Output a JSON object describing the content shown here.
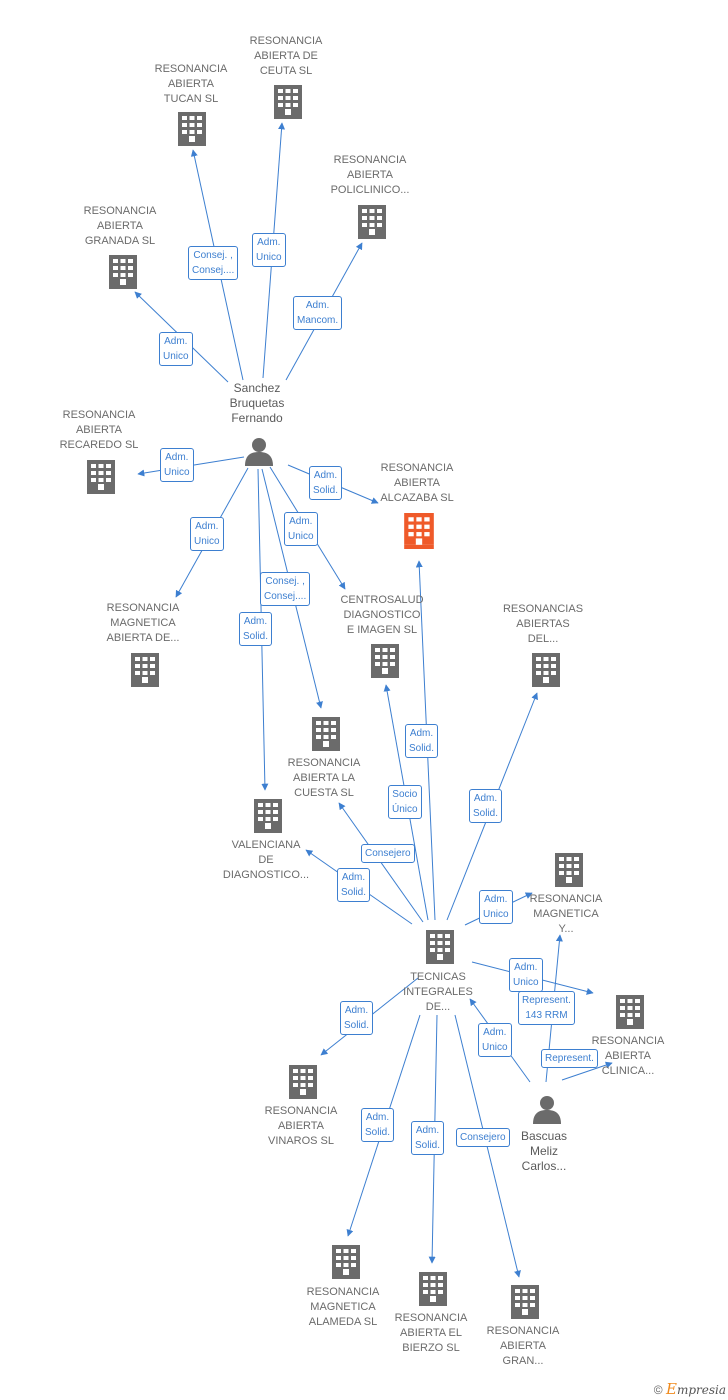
{
  "colors": {
    "edge": "#3d7fd0",
    "building": "#6b6b6b",
    "building_focus": "#ef5a2a",
    "person": "#6b6b6b"
  },
  "nodes": {
    "tucan": "RESONANCIA\nABIERTA\nTUCAN SL",
    "ceuta": "RESONANCIA\nABIERTA DE\nCEUTA SL",
    "policlinico": "RESONANCIA\nABIERTA\nPOLICLINICO...",
    "granada": "RESONANCIA\nABIERTA\nGRANADA SL",
    "recaredo": "RESONANCIA\nABIERTA\nRECAREDO SL",
    "alcazaba": "RESONANCIA\nABIERTA\nALCAZABA SL",
    "magnetica_de": "RESONANCIA\nMAGNETICA\nABIERTA DE...",
    "centrosalud": "CENTROSALUD\nDIAGNOSTICO\nE IMAGEN SL",
    "resonancias_del": "RESONANCIAS\nABIERTAS\nDEL...",
    "cuesta": "RESONANCIA\nABIERTA LA\nCUESTA SL",
    "valenciana": "VALENCIANA\nDE\nDIAGNOSTICO...",
    "magnetica_y": "RESONANCIA\nMAGNETICA\nY...",
    "tecnicas": "TECNICAS\nINTEGRALES\nDE...",
    "clinica": "RESONANCIA\nABIERTA\nCLINICA...",
    "vinaros": "RESONANCIA\nABIERTA\nVINAROS SL",
    "alameda": "RESONANCIA\nMAGNETICA\nALAMEDA SL",
    "bierzo": "RESONANCIA\nABIERTA EL\nBIERZO SL",
    "gran": "RESONANCIA\nABIERTA\nGRAN...",
    "sanchez": "Sanchez\nBruquetas\nFernando",
    "bascuas": "Bascuas\nMeliz\nCarlos..."
  },
  "edges": {
    "e_tucan": "Consej. ,\nConsej....",
    "e_ceuta": "Adm.\nUnico",
    "e_policlinico": "Adm.\nMancom.",
    "e_granada": "Adm.\nUnico",
    "e_recaredo": "Adm.\nUnico",
    "e_alcazaba": "Adm.\nSolid.",
    "e_magnetica_de": "Adm.\nUnico",
    "e_centrosalud": "Adm.\nUnico",
    "e_cuesta": "Consej. ,\nConsej....",
    "e_valenciana": "Adm.\nSolid.",
    "t_alcazaba": "Adm.\nSolid.",
    "t_resonancias_del": "Adm.\nSolid.",
    "t_centrosalud": "Socio\nÚnico",
    "t_cuesta": "Consejero",
    "t_valenciana": "Adm.\nSolid.",
    "t_magnetica_y": "Adm.\nUnico",
    "t_clinica": "Adm.\nUnico",
    "t_vinaros": "Adm.\nSolid.",
    "t_alameda": "Adm.\nSolid.",
    "t_bierzo": "Adm.\nSolid.",
    "t_gran": "Consejero",
    "b_magnetica_y": "Represent.\n143 RRM",
    "b_tecnicas": "Adm.\nUnico",
    "b_clinica": "Represent."
  },
  "footer": {
    "copyright": "©",
    "brand_first": "E",
    "brand_rest": "mpresia"
  }
}
